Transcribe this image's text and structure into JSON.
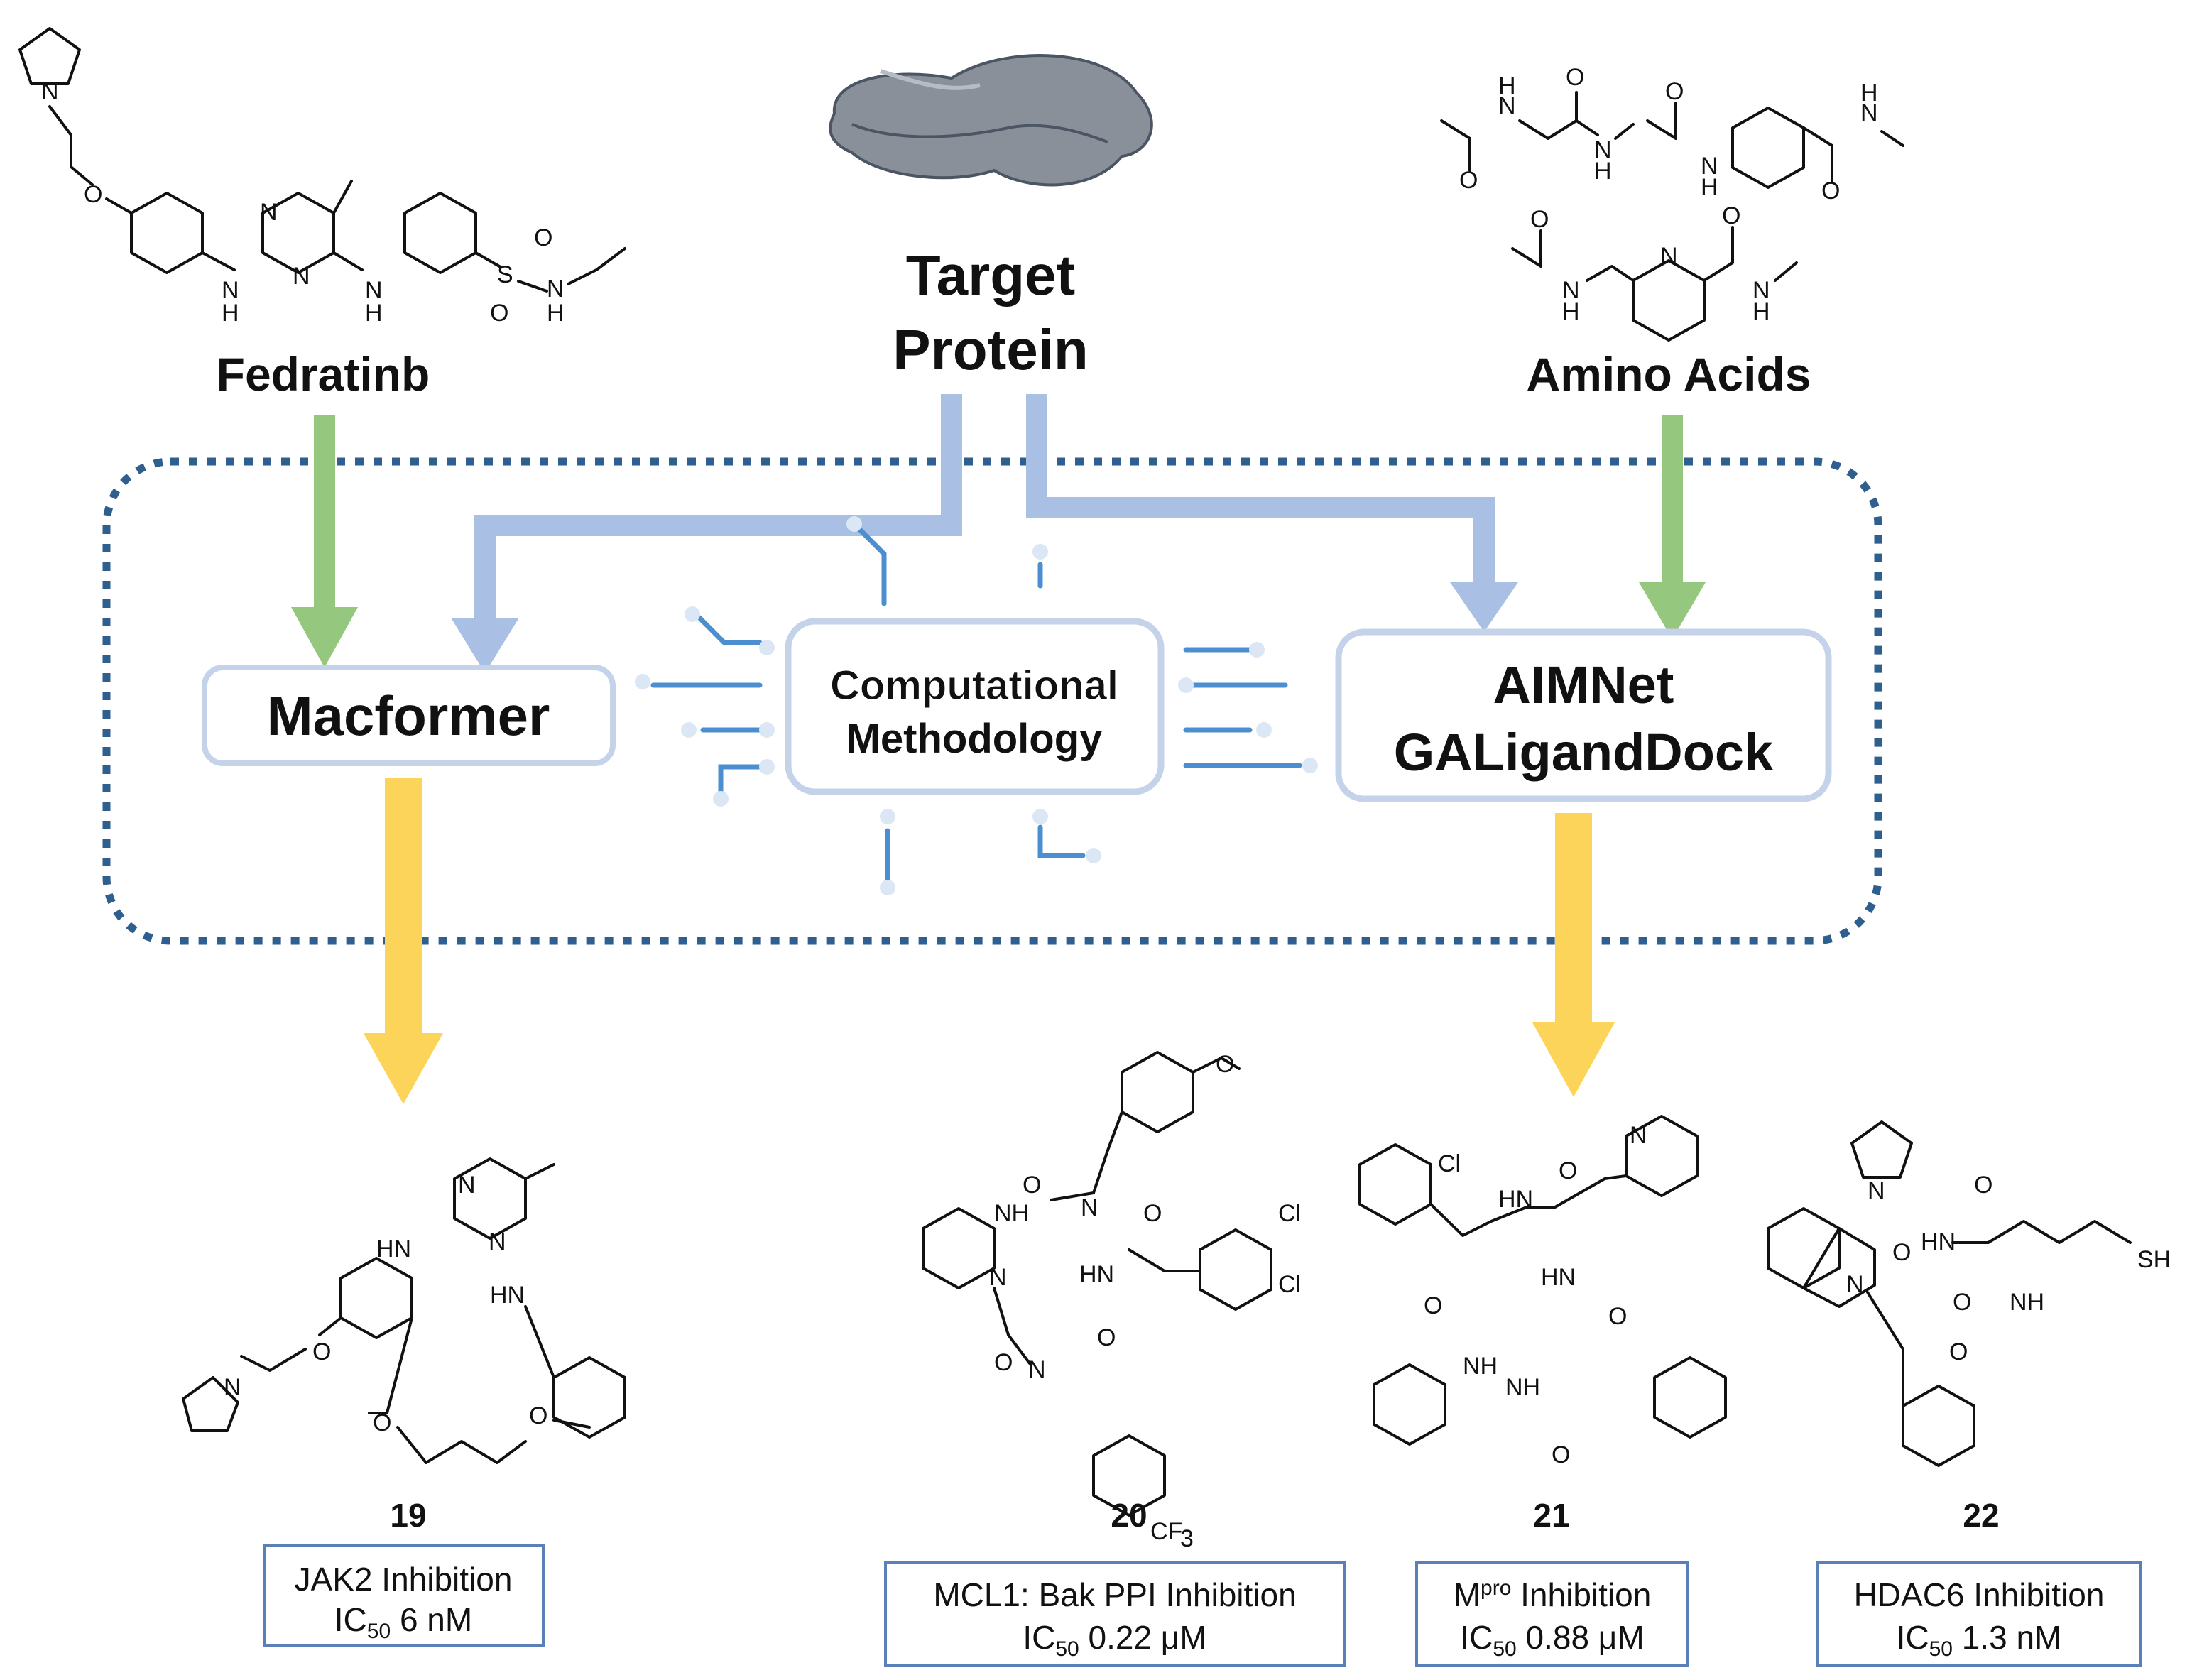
{
  "inputs": {
    "left_label": "Fedratinb",
    "center_label_line1": "Target",
    "center_label_line2": "Protein",
    "right_label": "Amino Acids"
  },
  "methods": {
    "left_box": "Macformer",
    "center_box_line1": "Computational",
    "center_box_line2": "Methodology",
    "right_box_line1": "AIMNet",
    "right_box_line2": "GALigandDock"
  },
  "compounds": [
    {
      "id": "19",
      "target": "JAK2 Inhibition",
      "ic50": "6 nM"
    },
    {
      "id": "20",
      "target": "MCL1: Bak PPI Inhibition",
      "ic50": "0.22 μM"
    },
    {
      "id": "21",
      "target_prefix": "M",
      "target_sup": "pro",
      "target_suffix": " Inhibition",
      "ic50": "0.88 μM"
    },
    {
      "id": "22",
      "target": "HDAC6 Inhibition",
      "ic50": "1.3 nM"
    }
  ],
  "ic50_prefix": "IC",
  "ic50_sub": "50",
  "colors": {
    "green_arrow": "#95c77e",
    "blue_arrow": "#a9bfe3",
    "yellow_arrow": "#fdd45a",
    "dotted_border": "#2e5f8f",
    "circuit": "#4b8fd1",
    "protein": "#8a9099",
    "label_box_border": "#5b7fb8"
  }
}
